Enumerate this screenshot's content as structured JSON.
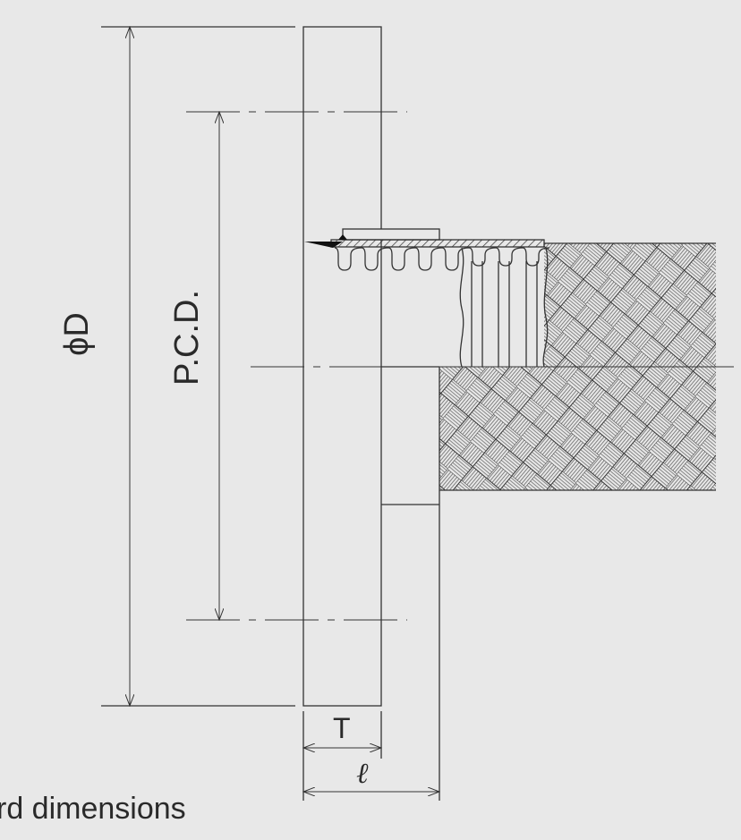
{
  "title": "Flange fitting dimension drawing",
  "labels": {
    "outer_diameter": "ϕD",
    "pitch_circle_diameter": "P.C.D.",
    "thickness": "T",
    "length": "ℓ"
  },
  "caption": "rd dimensions",
  "colors": {
    "background": "#e8e8e8",
    "line": "#333333"
  }
}
